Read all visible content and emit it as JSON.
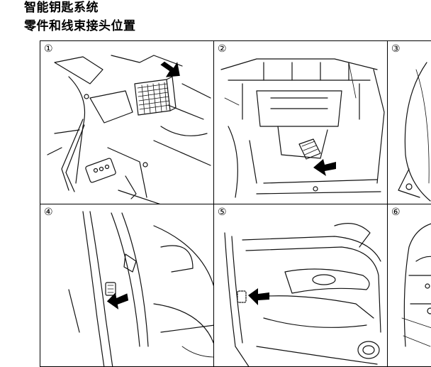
{
  "document": {
    "title_line1": "智能钥匙系统",
    "title_line2": "零件和线束接头位置"
  },
  "panels": [
    {
      "number": "①",
      "arrow_icon": "pointer-arrow-icon"
    },
    {
      "number": "②",
      "arrow_icon": "pointer-arrow-icon"
    },
    {
      "number": "③"
    },
    {
      "number": "④",
      "arrow_icon": "pointer-arrow-icon"
    },
    {
      "number": "⑤",
      "arrow_icon": "pointer-arrow-icon"
    },
    {
      "number": "⑥"
    }
  ]
}
